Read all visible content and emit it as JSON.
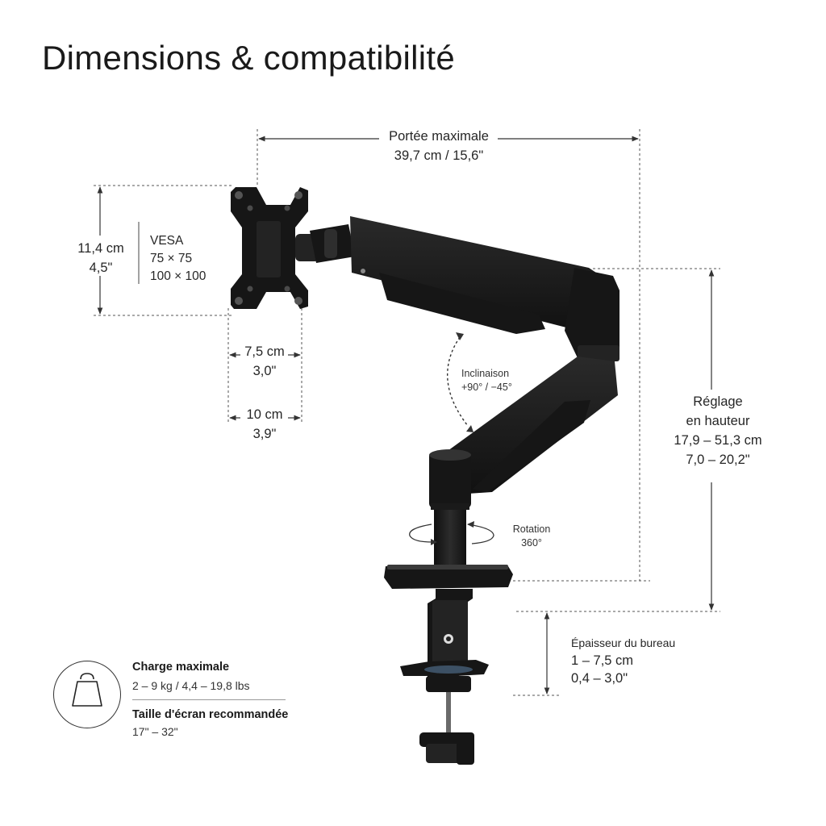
{
  "title": "Dimensions & compatibilité",
  "reach": {
    "label": "Portée maximale",
    "value": "39,7 cm / 15,6\""
  },
  "plate_height": {
    "cm": "11,4 cm",
    "in": "4,5\""
  },
  "vesa": {
    "label": "VESA",
    "sizes": [
      "75 × 75",
      "100 × 100"
    ]
  },
  "vesa_75": {
    "cm": "7,5 cm",
    "in": "3,0\""
  },
  "vesa_100": {
    "cm": "10 cm",
    "in": "3,9\""
  },
  "tilt": {
    "label": "Inclinaison",
    "value": "+90° / −45°"
  },
  "rotation": {
    "label": "Rotation",
    "value": "360°"
  },
  "height_adjust": {
    "line1": "Réglage",
    "line2": "en hauteur",
    "cm": "17,9 – 51,3 cm",
    "in": "7,0 – 20,2\""
  },
  "desk": {
    "label": "Épaisseur du bureau",
    "cm": "1 – 7,5 cm",
    "in": "0,4 – 3,0\""
  },
  "load": {
    "label": "Charge maximale",
    "value": "2 – 9 kg / 4,4 – 19,8 lbs"
  },
  "screen": {
    "label": "Taille d'écran recommandée",
    "value": "17\" – 32\""
  },
  "icons": {
    "load": "weight-icon",
    "tilt": "tilt-arc-icon",
    "rotation": "rotation-arrow-icon"
  }
}
